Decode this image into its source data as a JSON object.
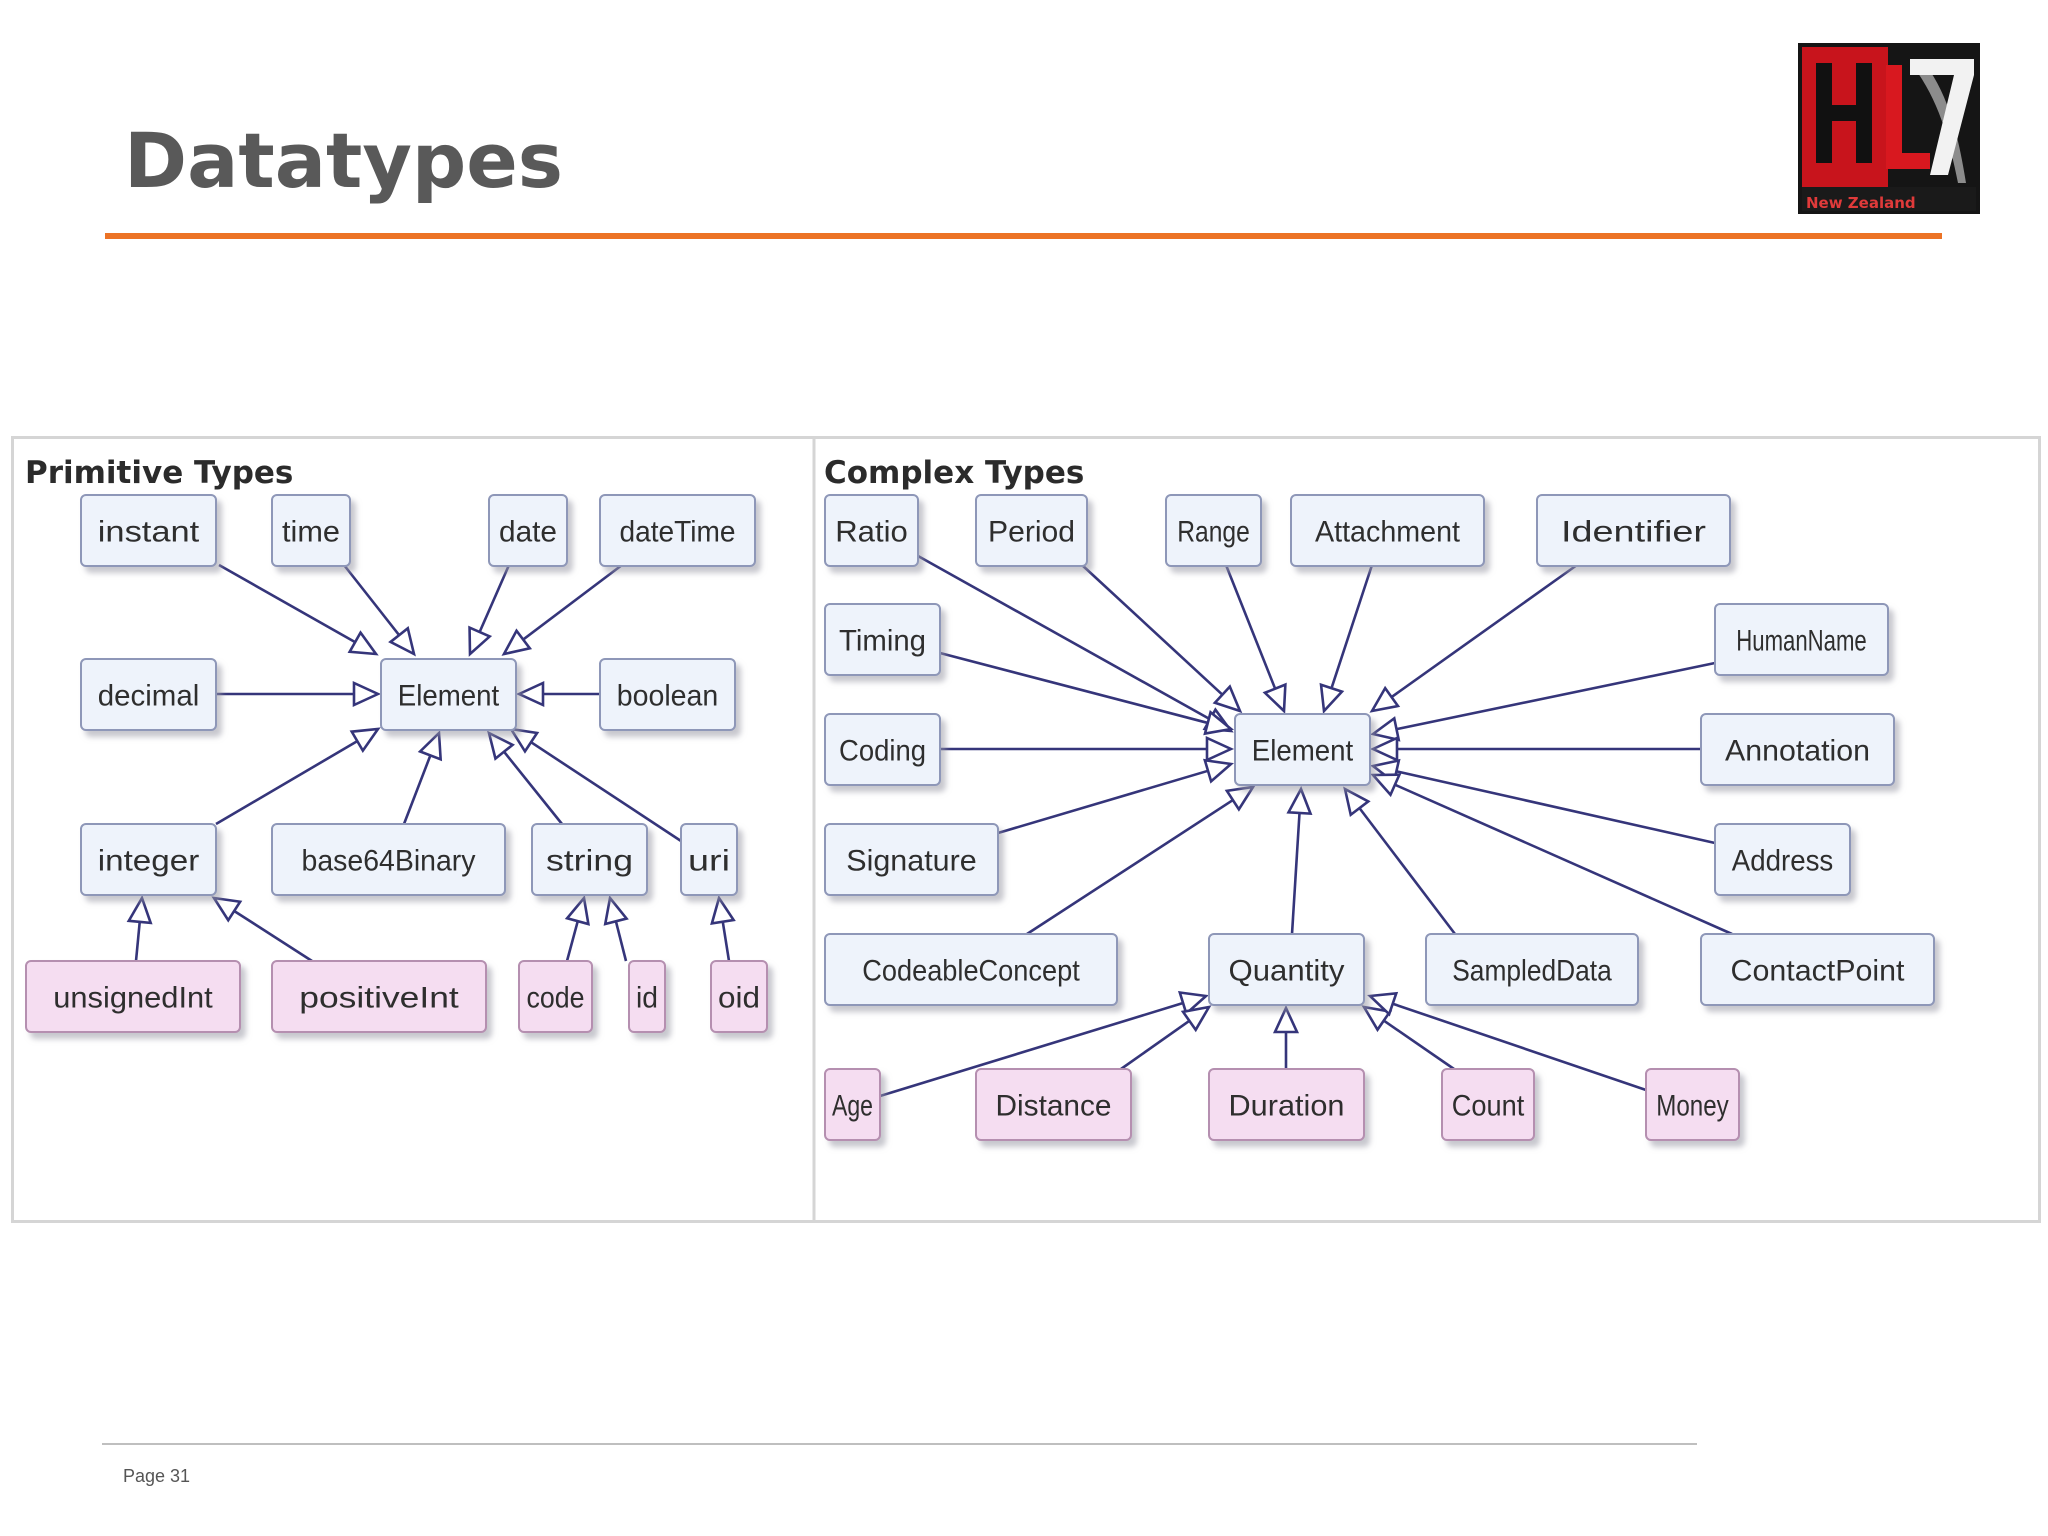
{
  "slide": {
    "title": "Datatypes",
    "page_label": "Page 31"
  },
  "logo": {
    "caption": "New Zealand"
  },
  "diagram": {
    "colors": {
      "node_fill": "#eef3fb",
      "node_stroke": "#8e97b8",
      "derived_fill": "#f5ddf1",
      "derived_stroke": "#b58fb0",
      "edge": "#35357a",
      "section_title": "#2b2b2b"
    },
    "sections": [
      {
        "id": "primitive",
        "title": "Primitive Types"
      },
      {
        "id": "complex",
        "title": "Complex Types"
      }
    ],
    "nodes": [
      {
        "id": "p_instant",
        "label": "instant",
        "kind": "type"
      },
      {
        "id": "p_time",
        "label": "time",
        "kind": "type"
      },
      {
        "id": "p_date",
        "label": "date",
        "kind": "type"
      },
      {
        "id": "p_dateTime",
        "label": "dateTime",
        "kind": "type"
      },
      {
        "id": "p_decimal",
        "label": "decimal",
        "kind": "type"
      },
      {
        "id": "p_element",
        "label": "Element",
        "kind": "type"
      },
      {
        "id": "p_boolean",
        "label": "boolean",
        "kind": "type"
      },
      {
        "id": "p_integer",
        "label": "integer",
        "kind": "type"
      },
      {
        "id": "p_base64",
        "label": "base64Binary",
        "kind": "type"
      },
      {
        "id": "p_string",
        "label": "string",
        "kind": "type"
      },
      {
        "id": "p_uri",
        "label": "uri",
        "kind": "type"
      },
      {
        "id": "p_unsignedInt",
        "label": "unsignedInt",
        "kind": "derived"
      },
      {
        "id": "p_positiveInt",
        "label": "positiveInt",
        "kind": "derived"
      },
      {
        "id": "p_code",
        "label": "code",
        "kind": "derived"
      },
      {
        "id": "p_id",
        "label": "id",
        "kind": "derived"
      },
      {
        "id": "p_oid",
        "label": "oid",
        "kind": "derived"
      },
      {
        "id": "c_ratio",
        "label": "Ratio",
        "kind": "type"
      },
      {
        "id": "c_period",
        "label": "Period",
        "kind": "type"
      },
      {
        "id": "c_range",
        "label": "Range",
        "kind": "type"
      },
      {
        "id": "c_attachment",
        "label": "Attachment",
        "kind": "type"
      },
      {
        "id": "c_identifier",
        "label": "Identifier",
        "kind": "type"
      },
      {
        "id": "c_timing",
        "label": "Timing",
        "kind": "type"
      },
      {
        "id": "c_humanname",
        "label": "HumanName",
        "kind": "type"
      },
      {
        "id": "c_coding",
        "label": "Coding",
        "kind": "type"
      },
      {
        "id": "c_element",
        "label": "Element",
        "kind": "type"
      },
      {
        "id": "c_annotation",
        "label": "Annotation",
        "kind": "type"
      },
      {
        "id": "c_signature",
        "label": "Signature",
        "kind": "type"
      },
      {
        "id": "c_address",
        "label": "Address",
        "kind": "type"
      },
      {
        "id": "c_codeableconcept",
        "label": "CodeableConcept",
        "kind": "type"
      },
      {
        "id": "c_quantity",
        "label": "Quantity",
        "kind": "type"
      },
      {
        "id": "c_sampleddata",
        "label": "SampledData",
        "kind": "type"
      },
      {
        "id": "c_contactpoint",
        "label": "ContactPoint",
        "kind": "type"
      },
      {
        "id": "c_age",
        "label": "Age",
        "kind": "derived"
      },
      {
        "id": "c_distance",
        "label": "Distance",
        "kind": "derived"
      },
      {
        "id": "c_duration",
        "label": "Duration",
        "kind": "derived"
      },
      {
        "id": "c_count",
        "label": "Count",
        "kind": "derived"
      },
      {
        "id": "c_money",
        "label": "Money",
        "kind": "derived"
      }
    ],
    "edges": [
      {
        "from": "p_instant",
        "to": "p_element"
      },
      {
        "from": "p_time",
        "to": "p_element"
      },
      {
        "from": "p_date",
        "to": "p_element"
      },
      {
        "from": "p_dateTime",
        "to": "p_element"
      },
      {
        "from": "p_decimal",
        "to": "p_element"
      },
      {
        "from": "p_boolean",
        "to": "p_element"
      },
      {
        "from": "p_integer",
        "to": "p_element"
      },
      {
        "from": "p_base64",
        "to": "p_element"
      },
      {
        "from": "p_string",
        "to": "p_element"
      },
      {
        "from": "p_uri",
        "to": "p_element"
      },
      {
        "from": "p_unsignedInt",
        "to": "p_integer"
      },
      {
        "from": "p_positiveInt",
        "to": "p_integer"
      },
      {
        "from": "p_code",
        "to": "p_string"
      },
      {
        "from": "p_id",
        "to": "p_string"
      },
      {
        "from": "p_oid",
        "to": "p_uri"
      },
      {
        "from": "c_ratio",
        "to": "c_element"
      },
      {
        "from": "c_period",
        "to": "c_element"
      },
      {
        "from": "c_range",
        "to": "c_element"
      },
      {
        "from": "c_attachment",
        "to": "c_element"
      },
      {
        "from": "c_identifier",
        "to": "c_element"
      },
      {
        "from": "c_timing",
        "to": "c_element"
      },
      {
        "from": "c_humanname",
        "to": "c_element"
      },
      {
        "from": "c_coding",
        "to": "c_element"
      },
      {
        "from": "c_annotation",
        "to": "c_element"
      },
      {
        "from": "c_signature",
        "to": "c_element"
      },
      {
        "from": "c_address",
        "to": "c_element"
      },
      {
        "from": "c_codeableconcept",
        "to": "c_element"
      },
      {
        "from": "c_quantity",
        "to": "c_element"
      },
      {
        "from": "c_sampleddata",
        "to": "c_element"
      },
      {
        "from": "c_contactpoint",
        "to": "c_element"
      },
      {
        "from": "c_age",
        "to": "c_quantity"
      },
      {
        "from": "c_distance",
        "to": "c_quantity"
      },
      {
        "from": "c_duration",
        "to": "c_quantity"
      },
      {
        "from": "c_count",
        "to": "c_quantity"
      },
      {
        "from": "c_money",
        "to": "c_quantity"
      }
    ]
  }
}
